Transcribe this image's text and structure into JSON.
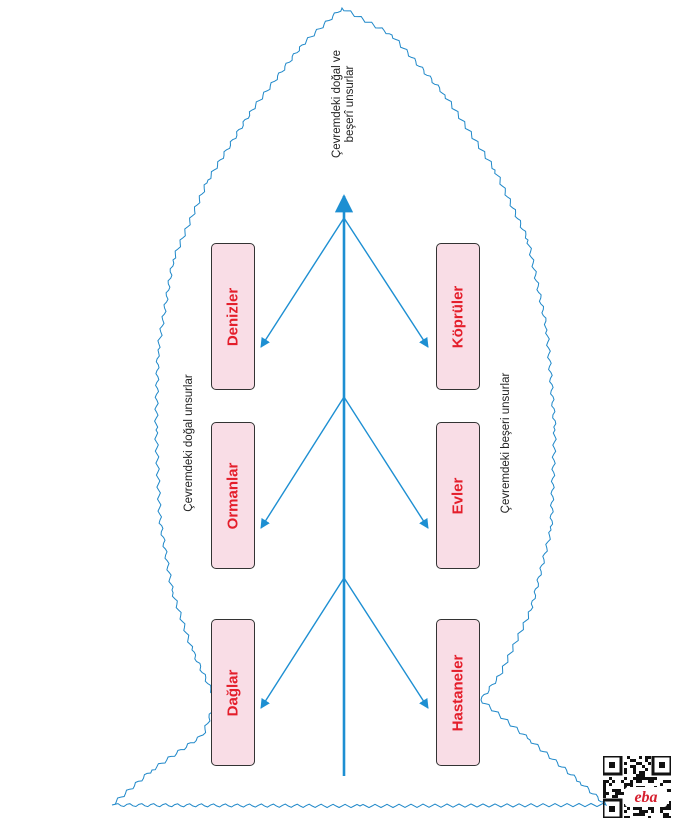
{
  "head_label": [
    "Çevremdeki doğal ve",
    "beşerî unsurlar"
  ],
  "left_label": "Çevremdeki doğal unsurlar",
  "right_label": "Çevremdeki beşeri unsurlar",
  "left_items": [
    "Denizler",
    "Ormanlar",
    "Dağlar"
  ],
  "right_items": [
    "Köprüler",
    "Evler",
    "Hastaneler"
  ],
  "logo_text": "eba",
  "colors": {
    "arrow": "#1d8fd2",
    "box_fill": "#f9dde6",
    "box_text": "#e41e2b",
    "outline": "#1f88c9",
    "logo": "#d6202f"
  }
}
